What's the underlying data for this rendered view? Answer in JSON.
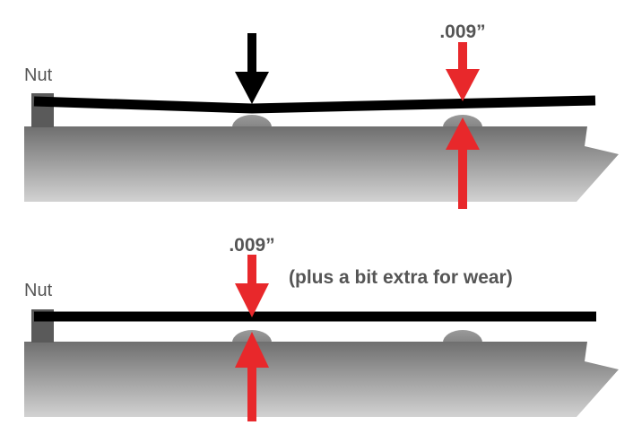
{
  "panel_top": {
    "nut_label": "Nut",
    "measurement_label": ".009”"
  },
  "panel_bottom": {
    "nut_label": "Nut",
    "measurement_label": ".009”",
    "note": "(plus a bit extra for wear)"
  },
  "colors": {
    "string": "#000000",
    "arrow_red": "#e8282b",
    "arrow_black": "#000000",
    "neck_light": "#c9c9c9",
    "neck_dark": "#6e6e6e",
    "nut": "#5a5a5a",
    "fret": "#8a8a8a",
    "label_gray": "#555555"
  }
}
